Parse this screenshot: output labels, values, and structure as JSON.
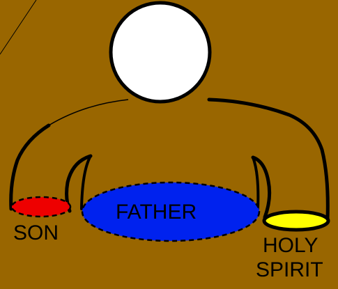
{
  "labels": {
    "father": "FATHER",
    "son": "SON",
    "holy_spirit_line1": "HOLY",
    "holy_spirit_line2": "SPIRIT"
  },
  "colors": {
    "background": "#996600",
    "head": "#ffffff",
    "father": "#0022ee",
    "son": "#ee0000",
    "holy_spirit": "#ffff00",
    "outline": "#000000"
  }
}
